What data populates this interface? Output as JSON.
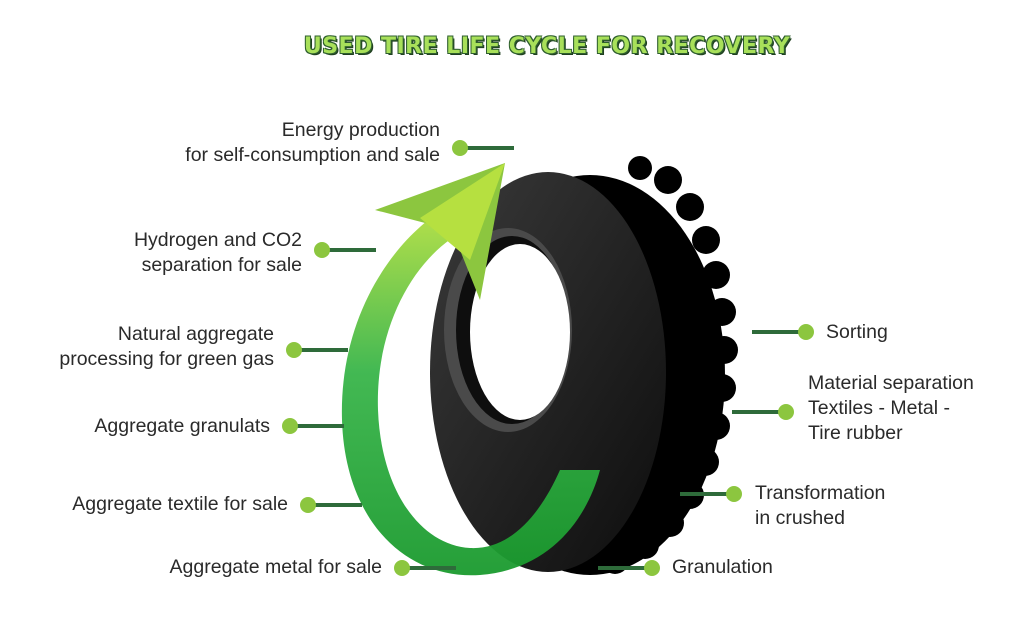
{
  "title": "USED TIRE LIFE CYCLE FOR RECOVERY",
  "colors": {
    "dot": "#8cc63f",
    "connector": "#2e6b3a",
    "arrow_light": "#b6e040",
    "arrow_dark": "#1a8f2c",
    "tire": "#111111"
  },
  "left_labels": [
    {
      "lines": [
        "Energy production",
        "for self-consumption and sale"
      ]
    },
    {
      "lines": [
        "Hydrogen and CO2",
        "separation for sale"
      ]
    },
    {
      "lines": [
        "Natural aggregate",
        "processing for green gas"
      ]
    },
    {
      "lines": [
        "Aggregate granulats"
      ]
    },
    {
      "lines": [
        "Aggregate textile for sale"
      ]
    },
    {
      "lines": [
        "Aggregate metal for sale"
      ]
    }
  ],
  "right_labels": [
    {
      "lines": [
        "Sorting"
      ]
    },
    {
      "lines": [
        "Material separation",
        "Textiles - Metal -",
        "Tire rubber"
      ]
    },
    {
      "lines": [
        "Transformation",
        "in crushed"
      ]
    },
    {
      "lines": [
        "Granulation"
      ]
    }
  ]
}
